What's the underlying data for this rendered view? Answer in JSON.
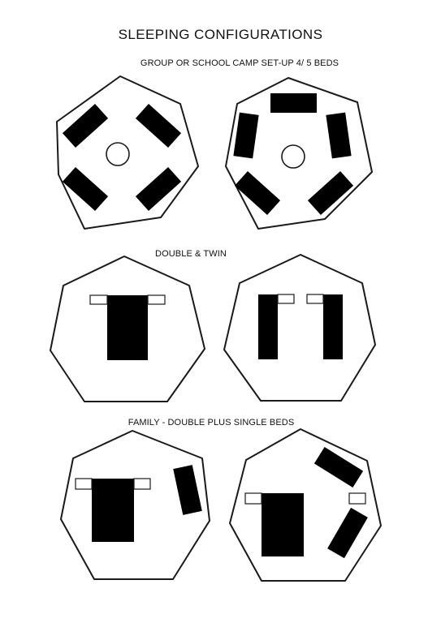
{
  "title": "SLEEPING CONFIGURATIONS",
  "sections": [
    {
      "label": "GROUP OR SCHOOL CAMP SET-UP 4/  5 BEDS",
      "layouts": [
        {
          "beds": 4,
          "center_pole": true
        },
        {
          "beds": 5,
          "center_pole": true
        }
      ]
    },
    {
      "label": "DOUBLE & TWIN",
      "layouts": [
        {
          "beds": "double",
          "pillows": 2
        },
        {
          "beds": "twin",
          "pillows": 2
        }
      ]
    },
    {
      "label": "FAMILY - DOUBLE PLUS SINGLE BEDS",
      "layouts": [
        {
          "beds": "double + single",
          "pillows": 2
        },
        {
          "beds": "double + two singles",
          "pillows": 2
        }
      ]
    }
  ],
  "colors": {
    "bed": "#000000",
    "outline": "#1a1a1a",
    "background": "#ffffff"
  }
}
